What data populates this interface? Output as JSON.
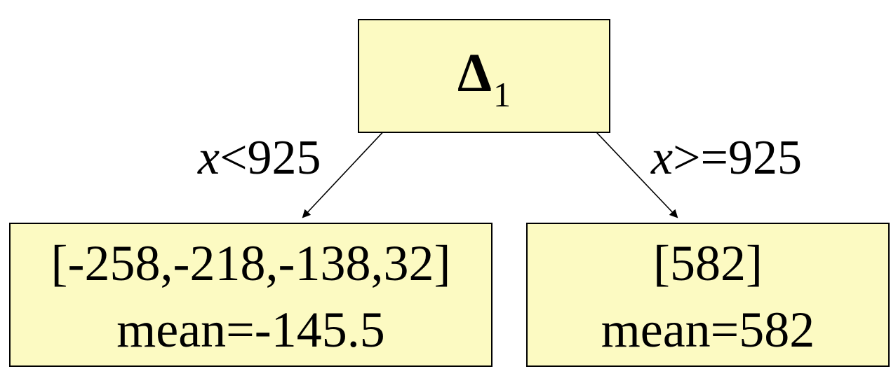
{
  "colors": {
    "node_fill": "#fcfac2",
    "border": "#000000",
    "edge": "#000000"
  },
  "root": {
    "symbol": "Δ",
    "subscript": "1"
  },
  "edges": {
    "left": {
      "variable": "x",
      "condition": "<925"
    },
    "right": {
      "variable": "x",
      "condition": ">=925"
    }
  },
  "leaves": {
    "left": {
      "values": "[-258,-218,-138,32]",
      "mean": "mean=-145.5"
    },
    "right": {
      "values": "[582]",
      "mean": "mean=582"
    }
  }
}
